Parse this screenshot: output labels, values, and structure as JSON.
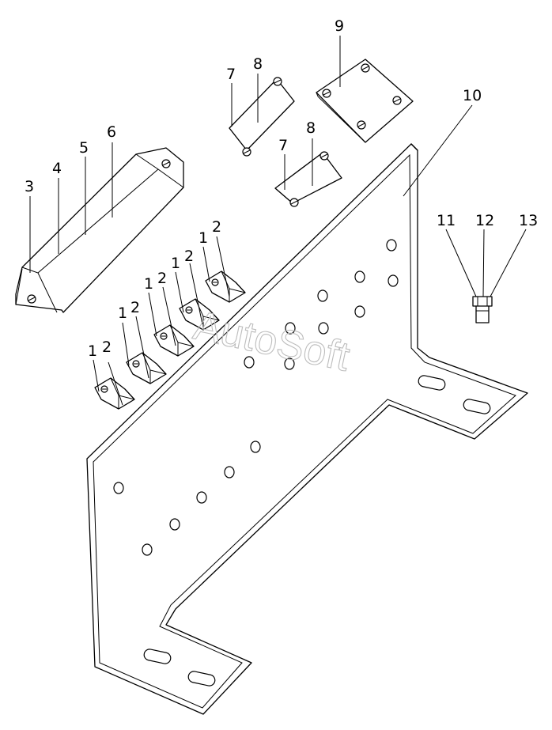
{
  "watermark": "AutoSoft",
  "callouts": {
    "c1a": "1",
    "c2a": "2",
    "c1b": "1",
    "c2b": "2",
    "c1c": "1",
    "c2c": "2",
    "c1d": "1",
    "c2d": "2",
    "c1e": "1",
    "c2e": "2",
    "c3": "3",
    "c4": "4",
    "c5": "5",
    "c6": "6",
    "c7a": "7",
    "c8a": "8",
    "c7b": "7",
    "c8b": "8",
    "c9": "9",
    "c10": "10",
    "c11": "11",
    "c12": "12",
    "c13": "13"
  },
  "colors": {
    "line": "#000000",
    "background": "#ffffff",
    "watermark": "#bdbdbd"
  }
}
